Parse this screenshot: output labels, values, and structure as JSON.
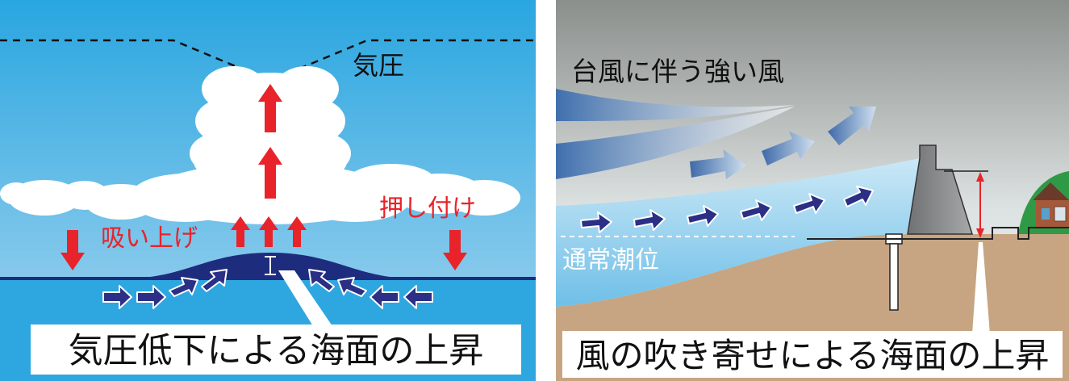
{
  "left_panel": {
    "pressure_label": "気圧",
    "suction_label": "吸い上げ",
    "push_label": "押し付け",
    "caption": "気圧低下による海面の上昇"
  },
  "right_panel": {
    "wind_label": "台風に伴う強い風",
    "tide_label": "通常潮位",
    "caption": "風の吹き寄せによる海面の上昇"
  },
  "colors": {
    "sky_left_top": "#29a6e0",
    "sky_left_bottom": "#a9d6f0",
    "sea_left": "#2ea7e0",
    "sea_dark": "#1e2c7e",
    "arrow_red": "#e8232a",
    "arrow_blue": "#2b2f86",
    "sky_right_top": "#8a8f8c",
    "sky_right_bottom": "#eef2f3",
    "sea_right": "#8ecdee",
    "ground": "#c7a582",
    "seawall": "#8a8c8e",
    "hill": "#2f9a46",
    "house": "#a45a3a"
  }
}
